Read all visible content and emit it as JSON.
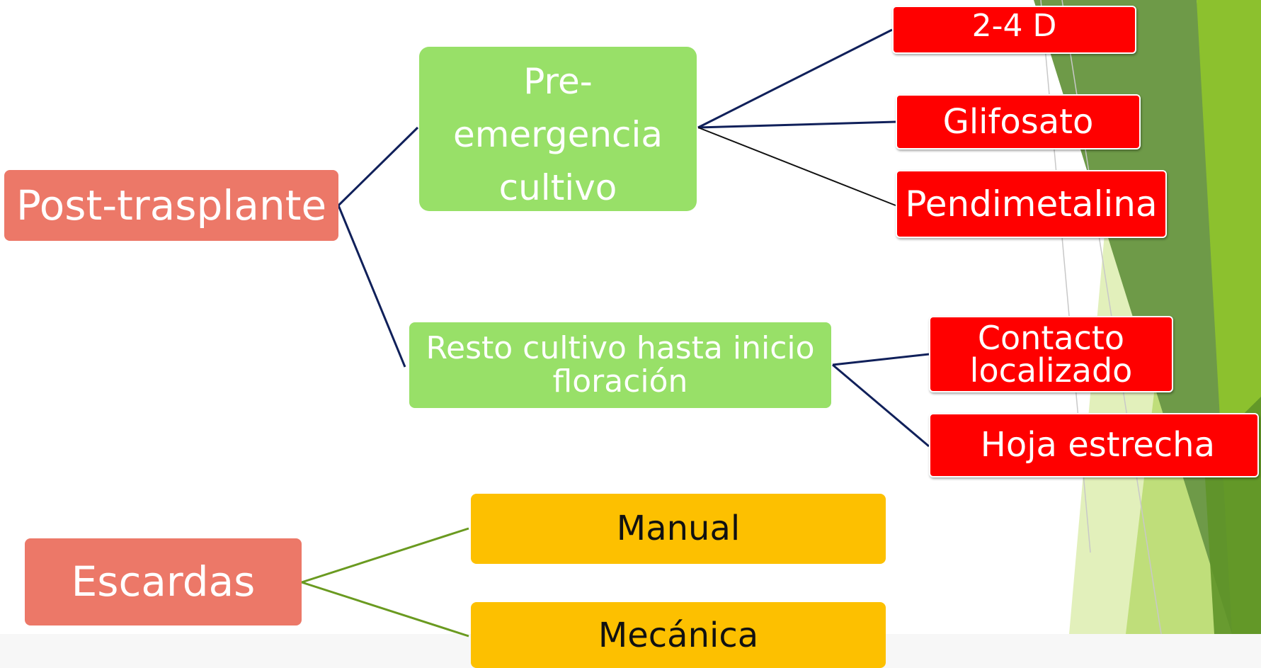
{
  "diagram": {
    "roots": [
      {
        "id": "post",
        "label": "Post-trasplante"
      },
      {
        "id": "escardas",
        "label": "Escardas"
      }
    ],
    "stages": [
      {
        "id": "pre",
        "label": "Pre-emergencia\ncultivo"
      },
      {
        "id": "resto",
        "label": "Resto cultivo hasta inicio\nfloración"
      }
    ],
    "herbicides": [
      {
        "id": "d24",
        "label": "2-4 D"
      },
      {
        "id": "glif",
        "label": "Glifosato"
      },
      {
        "id": "pend",
        "label": "Pendimetalina"
      },
      {
        "id": "contacto",
        "label": "Contacto\nlocalizado"
      },
      {
        "id": "hoja",
        "label": "Hoja estrecha"
      }
    ],
    "methods": [
      {
        "id": "manual",
        "label": "Manual"
      },
      {
        "id": "mecanica",
        "label": "Mecánica"
      }
    ],
    "edges": [
      [
        "post",
        "pre"
      ],
      [
        "post",
        "resto"
      ],
      [
        "pre",
        "d24"
      ],
      [
        "pre",
        "glif"
      ],
      [
        "pre",
        "pend"
      ],
      [
        "resto",
        "contacto"
      ],
      [
        "resto",
        "hoja"
      ],
      [
        "escardas",
        "manual"
      ],
      [
        "escardas",
        "mecanica"
      ]
    ],
    "colors": {
      "root": "#ec7868",
      "stage": "#98e068",
      "herbicide": "#ff0000",
      "method": "#fdc000",
      "connector_blue": "#10205a",
      "connector_green": "#6a9a20",
      "decor_green": "#7ab536"
    }
  }
}
